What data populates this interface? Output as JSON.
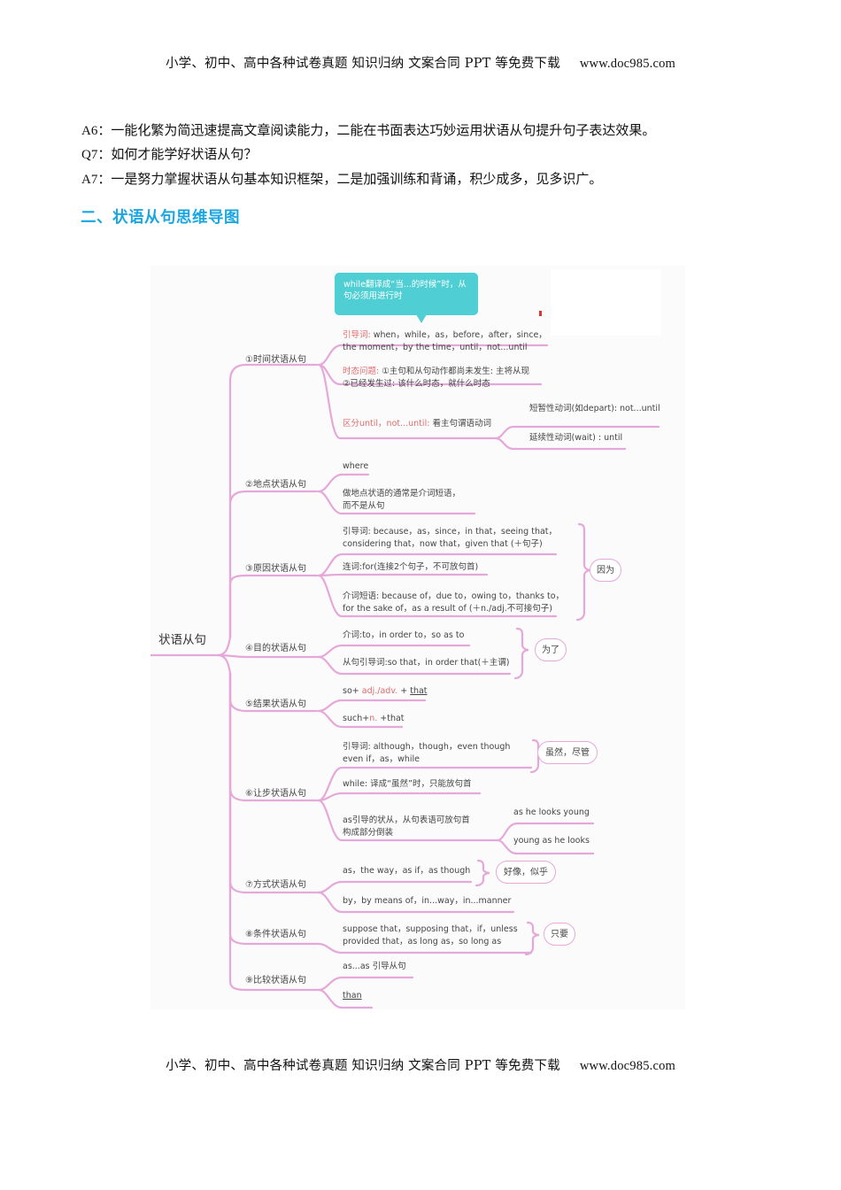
{
  "page": {
    "header": {
      "text": "小学、初中、高中各种试卷真题  知识归纳  文案合同  PPT 等免费下载",
      "url": "www.doc985.com"
    },
    "footer": {
      "text": "小学、初中、高中各种试卷真题  知识归纳  文案合同  PPT 等免费下载",
      "url": "www.doc985.com"
    },
    "qa": [
      {
        "tag": "A6：",
        "text": "一能化繁为简迅速提高文章阅读能力，二能在书面表达巧妙运用状语从句提升句子表达效果。"
      },
      {
        "tag": "Q7：",
        "text": "如何才能学好状语从句？"
      },
      {
        "tag": "A7：",
        "text": "一是努力掌握状语从句基本知识框架，二是加强训练和背诵，积少成多，见多识广。"
      }
    ],
    "section_title": "二、状语从句思维导图",
    "colors": {
      "title_blue": "#1aa6e0",
      "branch_pink": "#e6a8d8",
      "callout_teal": "#4fcfd3",
      "highlight_red": "#e06b6b"
    }
  },
  "mindmap": {
    "root": "状语从句",
    "callout": "while翻译成“当...的时候”时，从句必须用进行时",
    "branches": [
      {
        "label": "①时间状语从句",
        "leaves": [
          {
            "prefix": "引导词:",
            "text": " when，while，as，before，after，since，",
            "line2": "the moment，by the time，until，not...until"
          },
          {
            "prefix": "时态问题:",
            "text": " ①主句和从句动作都尚未发生: 主将从现",
            "line2": "②已经发生过: 该什么时态，就什么时态"
          },
          {
            "prefix": "区分until，not...until:",
            "text": " 看主句谓语动词",
            "sub": [
              "短暂性动词(如depart): not...until",
              "延续性动词(wait) : until"
            ]
          }
        ]
      },
      {
        "label": "②地点状语从句",
        "leaves": [
          {
            "text": "where"
          },
          {
            "text": "做地点状语的通常是介词短语，",
            "line2": "而不是从句"
          }
        ]
      },
      {
        "label": "③原因状语从句",
        "leaves": [
          {
            "text": "引导词: because，as，since，in that，seeing that，",
            "line2": "considering that，now that，given that (＋句子)"
          },
          {
            "text": "连词:for(连接2个句子，不可放句首)"
          },
          {
            "text": "介词短语: because of，due to，owing to，thanks to，",
            "line2": "for the sake of，as a result of (＋n./adj.不可接句子)"
          }
        ],
        "summary": "因为"
      },
      {
        "label": "④目的状语从句",
        "leaves": [
          {
            "text": "介词:to，in order to，so as to"
          },
          {
            "text": "从句引导词:so that，in order that(＋主谓)"
          }
        ],
        "summary": "为了"
      },
      {
        "label": "⑤结果状语从句",
        "leaves": [
          {
            "pre": "so+ ",
            "red": "adj./adv.",
            "post": " + ",
            "u": "that"
          },
          {
            "pre": "such+",
            "red": "n.",
            "post": " +that"
          }
        ]
      },
      {
        "label": "⑥让步状语从句",
        "leaves": [
          {
            "text": "引导词: although，though，even though",
            "line2": "even if，as，while"
          },
          {
            "text": "while: 译成“虽然”时，只能放句首"
          },
          {
            "text": "as引导的状从，从句表语可放句首",
            "line2": "构成部分倒装",
            "sub": [
              "as he looks young",
              "young as he looks"
            ]
          }
        ],
        "summary": "虽然，尽管"
      },
      {
        "label": "⑦方式状语从句",
        "leaves": [
          {
            "text": "as，the way，as if，as though"
          },
          {
            "text": "by，by means of，in...way，in...manner"
          }
        ],
        "summary": "好像，似乎"
      },
      {
        "label": "⑧条件状语从句",
        "leaves": [
          {
            "text": "suppose that，supposing that，if，unless",
            "line2": "provided that，as long as，so long as"
          }
        ],
        "summary": "只要"
      },
      {
        "label": "⑨比较状语从句",
        "leaves": [
          {
            "text": "as...as 引导从句"
          },
          {
            "text": "than"
          }
        ]
      }
    ]
  }
}
